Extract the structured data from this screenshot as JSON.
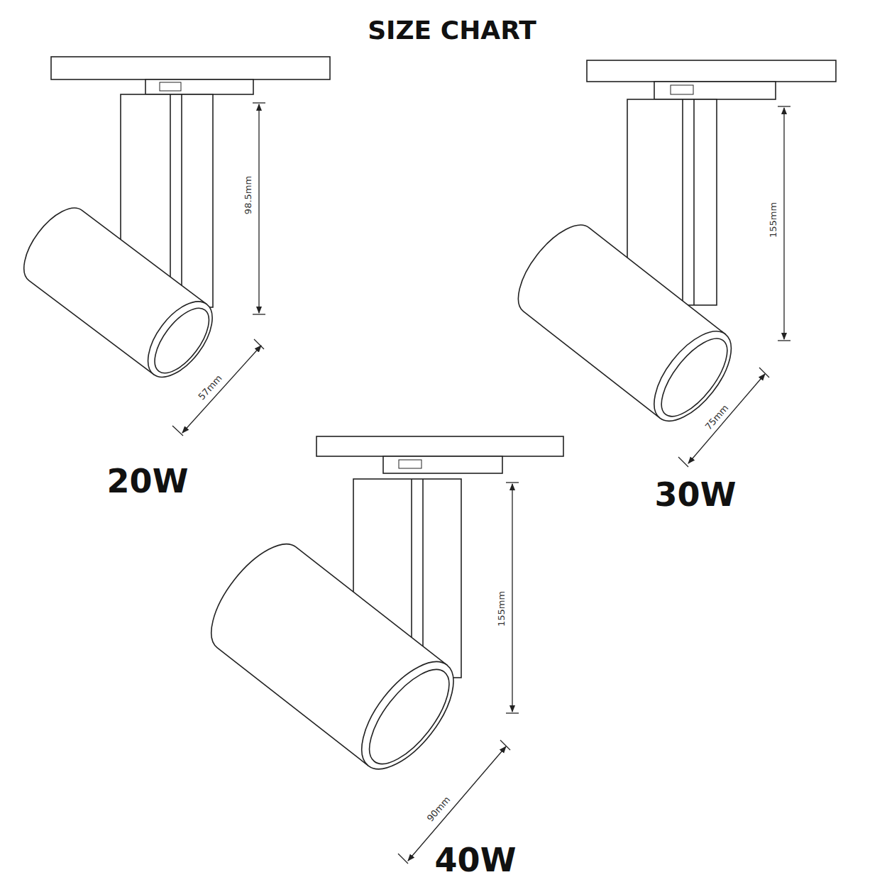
{
  "diagram": {
    "title": "SIZE CHART",
    "labels": [
      "98.5mm",
      "57mm",
      "20W",
      "155mm",
      "75mm",
      "30W",
      "155mm",
      "90mm",
      "40W"
    ]
  }
}
